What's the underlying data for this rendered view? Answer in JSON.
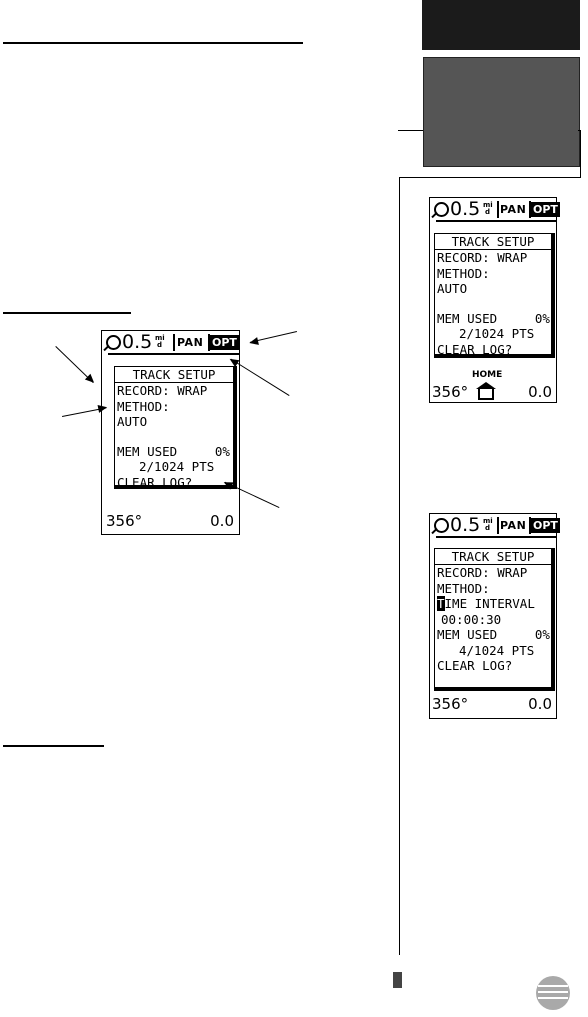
{
  "screens": {
    "main": {
      "header": {
        "scale": "0.5",
        "unit_top": "mi",
        "unit_bot": "d",
        "pan_label": "PAN",
        "opt_label": "OPT"
      },
      "title": "TRACK SETUP",
      "record": "RECORD: WRAP",
      "method": "METHOD:",
      "method_value": "AUTO",
      "mem_used": "MEM USED     0%",
      "pts": "2/1024 PTS",
      "clear_log": "CLEAR LOG?",
      "heading": "356°",
      "speed": "0.0"
    },
    "side_top": {
      "header": {
        "scale": "0.5",
        "unit_top": "mi",
        "unit_bot": "d",
        "pan_label": "PAN",
        "opt_label": "OPT"
      },
      "title": "TRACK SETUP",
      "record": "RECORD: WRAP",
      "method": "METHOD:",
      "method_value": "AUTO",
      "mem_used": "MEM USED     0%",
      "pts": "2/1024 PTS",
      "clear_log": "CLEAR LOG?",
      "home_label": "HOME",
      "home_icon": "house-icon",
      "heading": "356°",
      "speed": "0.0"
    },
    "side_bottom": {
      "header": {
        "scale": "0.5",
        "unit_top": "mi",
        "unit_bot": "d",
        "pan_label": "PAN",
        "opt_label": "OPT"
      },
      "title": "TRACK SETUP",
      "record": "RECORD: WRAP",
      "method": "METHOD:",
      "method_cursor": "T",
      "method_value": "IME INTERVAL",
      "interval": "00:00:30",
      "mem_used": "MEM USED     0%",
      "pts": "4/1024 PTS",
      "clear_log": "CLEAR LOG?",
      "heading": "356°",
      "speed": "0.0"
    }
  },
  "colors": {
    "dark_tab": "#1b1b1b",
    "grey_tab": "#555555",
    "globe": "#a9a9a9"
  }
}
